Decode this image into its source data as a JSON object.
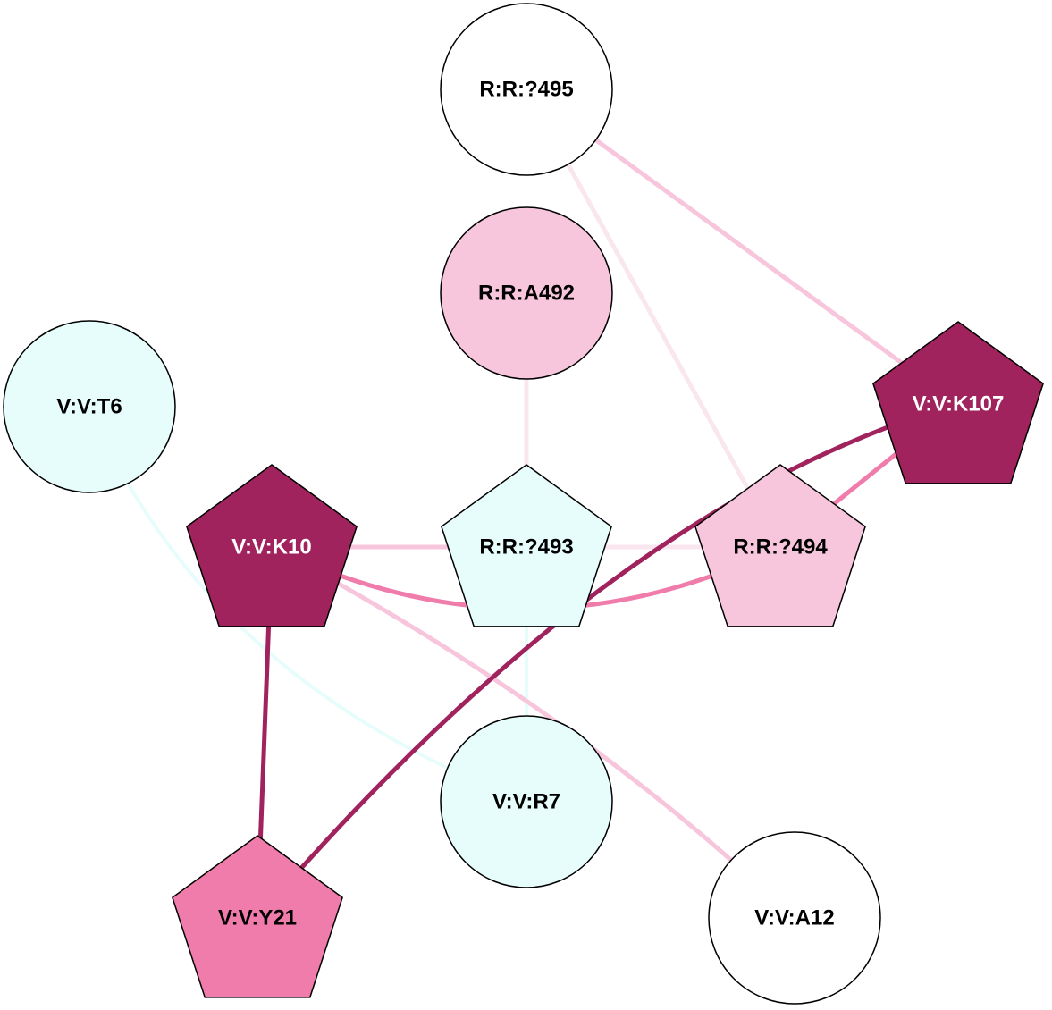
{
  "graph": {
    "colors": {
      "dark": "#a0235e",
      "medium": "#ef7caa",
      "light": "#f8c6dc",
      "pale": "#fae6ef",
      "cyan": "#e6fdfc",
      "white": "#ffffff"
    },
    "nodes": [
      {
        "id": "R:R:?495",
        "label": "R:R:?495",
        "shape": "circle",
        "fill": "white",
        "text": "black"
      },
      {
        "id": "R:R:A492",
        "label": "R:R:A492",
        "shape": "circle",
        "fill": "light",
        "text": "black"
      },
      {
        "id": "V:V:T6",
        "label": "V:V:T6",
        "shape": "circle",
        "fill": "cyan",
        "text": "black"
      },
      {
        "id": "V:V:K107",
        "label": "V:V:K107",
        "shape": "pentagon",
        "fill": "dark",
        "text": "white"
      },
      {
        "id": "V:V:K10",
        "label": "V:V:K10",
        "shape": "pentagon",
        "fill": "dark",
        "text": "white"
      },
      {
        "id": "R:R:?493",
        "label": "R:R:?493",
        "shape": "pentagon",
        "fill": "cyan",
        "text": "black"
      },
      {
        "id": "R:R:?494",
        "label": "R:R:?494",
        "shape": "pentagon",
        "fill": "light",
        "text": "black"
      },
      {
        "id": "V:V:R7",
        "label": "V:V:R7",
        "shape": "circle",
        "fill": "cyan",
        "text": "black"
      },
      {
        "id": "V:V:Y21",
        "label": "V:V:Y21",
        "shape": "pentagon",
        "fill": "medium",
        "text": "black"
      },
      {
        "id": "V:V:A12",
        "label": "V:V:A12",
        "shape": "circle",
        "fill": "white",
        "text": "black"
      }
    ],
    "edges": [
      {
        "source": "R:R:?495",
        "target": "V:V:K107",
        "color": "light"
      },
      {
        "source": "R:R:?495",
        "target": "R:R:?494",
        "color": "pale"
      },
      {
        "source": "R:R:A492",
        "target": "R:R:?493",
        "color": "pale"
      },
      {
        "source": "V:V:K10",
        "target": "R:R:?493",
        "color": "light"
      },
      {
        "source": "R:R:?493",
        "target": "R:R:?494",
        "color": "pale"
      },
      {
        "source": "V:V:K10",
        "target": "R:R:?494",
        "color": "medium"
      },
      {
        "source": "R:R:?494",
        "target": "V:V:K107",
        "color": "medium"
      },
      {
        "source": "V:V:K107",
        "target": "V:V:Y21",
        "color": "dark"
      },
      {
        "source": "V:V:K10",
        "target": "V:V:Y21",
        "color": "dark"
      },
      {
        "source": "V:V:K10",
        "target": "V:V:A12",
        "color": "light"
      },
      {
        "source": "V:V:T6",
        "target": "V:V:R7",
        "color": "cyan"
      },
      {
        "source": "R:R:?493",
        "target": "V:V:R7",
        "color": "cyan"
      }
    ]
  }
}
